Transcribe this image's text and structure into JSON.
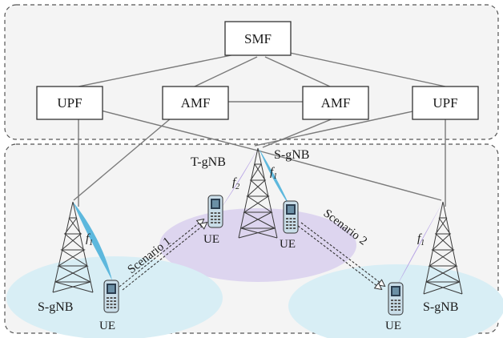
{
  "core": {
    "smf": "SMF",
    "upf_left": "UPF",
    "amf_left": "AMF",
    "amf_right": "AMF",
    "upf_right": "UPF"
  },
  "ran": {
    "sgnb_left": "S-gNB",
    "tgnb": "T-gNB",
    "sgnb_center": "S-gNB",
    "sgnb_right": "S-gNB"
  },
  "ue": {
    "left": "UE",
    "center_left": "UE",
    "center_right": "UE",
    "right": "UE"
  },
  "frequencies": {
    "f1_symbol": "f",
    "f1_sub": "1",
    "f2_symbol": "f",
    "f2_sub": "2"
  },
  "scenarios": {
    "scenario1": "Scenario 1",
    "scenario2": "Scenario 2"
  },
  "colors": {
    "region_blue": "#d8eef5",
    "region_purple": "#ddd5ef",
    "beam_blue": "#5db8dd",
    "beam_purple": "#b9a6e6",
    "lines": "#7a7a7a",
    "dashed_border": "#555555"
  }
}
